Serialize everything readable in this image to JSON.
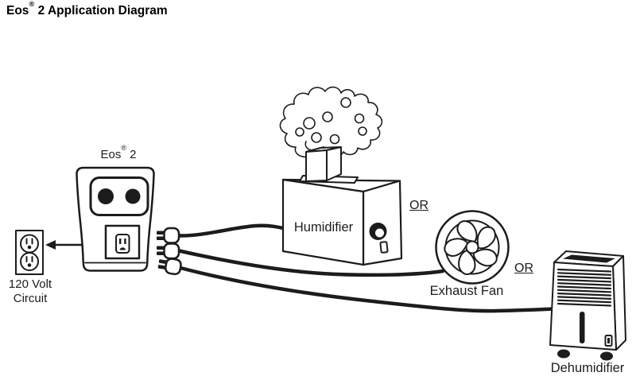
{
  "title": "Eos® 2 Application Diagram",
  "diagram": {
    "controller": {
      "label": "Eos® 2"
    },
    "power_source": {
      "line1": "120 Volt",
      "line2": "Circuit"
    },
    "devices": {
      "humidifier": "Humidifier",
      "exhaust_fan": "Exhaust Fan",
      "dehumidifier": "Dehumidifier"
    },
    "connectors": {
      "or_1": "OR",
      "or_2": "OR"
    },
    "icons": [
      "arrow-icon",
      "wall-outlet-drawing",
      "eos2-controller-drawing",
      "plug-icon",
      "power-cord",
      "steam-icon",
      "humidifier-drawing",
      "exhaust-fan-drawing",
      "dehumidifier-drawing"
    ]
  },
  "colors": {
    "ink": "#1c1c1c",
    "background": "#ffffff"
  }
}
